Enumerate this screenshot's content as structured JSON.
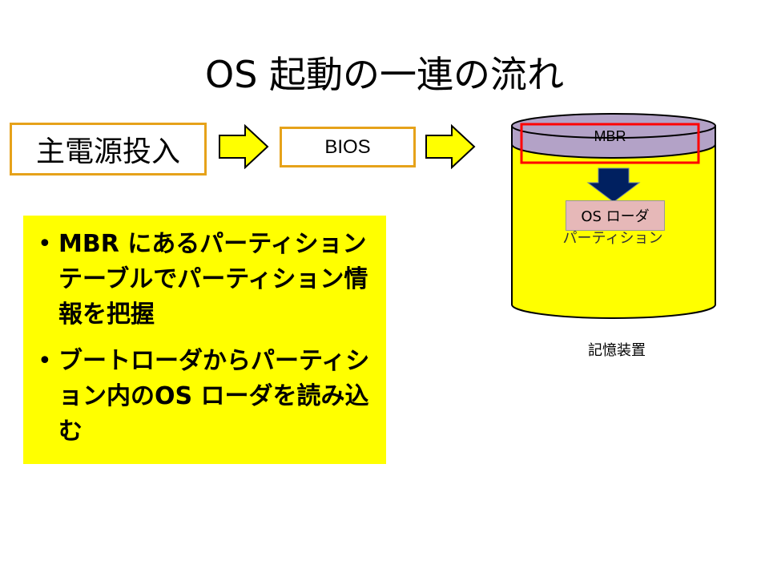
{
  "title": "OS 起動の一連の流れ",
  "flow": {
    "power_on": "主電源投入",
    "bios": "BIOS"
  },
  "notes": [
    "MBR にあるパーティションテーブルでパーティション情報を把握",
    "ブートローダからパーティション内のOS ローダを読み込む"
  ],
  "bullet": "•",
  "disk": {
    "mbr": "MBR",
    "partition": "パーティション",
    "os_loader": "OS ローダ",
    "storage": "記憶装置"
  },
  "colors": {
    "box_border": "#e6a21a",
    "arrow_fill": "#ffff00",
    "note_bg": "#ffff00",
    "disk_top": "#b3a2c7",
    "mbr_highlight": "#ff0000",
    "down_arrow": "#002060",
    "loader_bg": "#e6b8b8"
  }
}
